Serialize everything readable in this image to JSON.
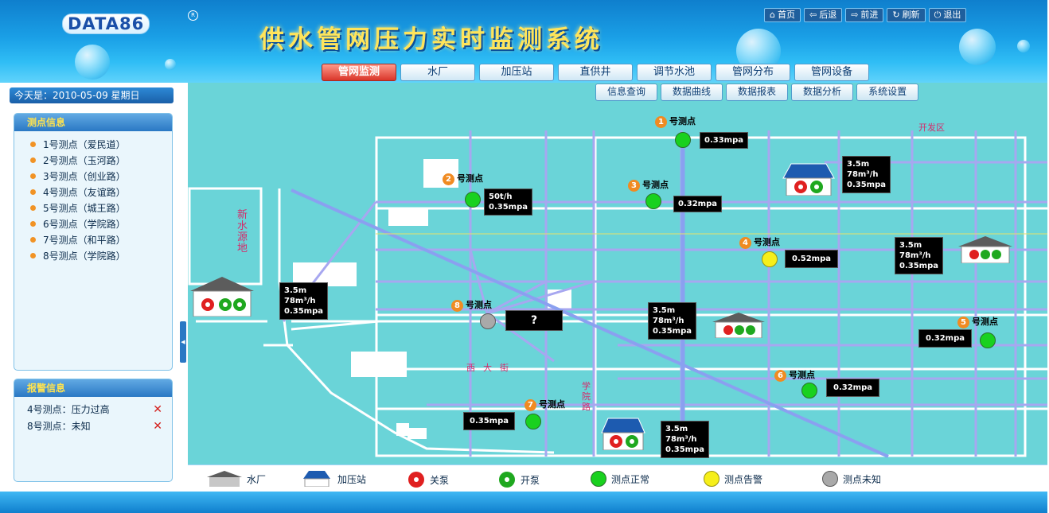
{
  "header": {
    "logo": "DATA86",
    "logo_mark": "R",
    "title": "供水管网压力实时监测系统",
    "top_links": [
      {
        "label": "首页",
        "icon": "home-icon"
      },
      {
        "label": "后退",
        "icon": "back-arrow-icon"
      },
      {
        "label": "前进",
        "icon": "forward-arrow-icon"
      },
      {
        "label": "刷新",
        "icon": "refresh-icon"
      },
      {
        "label": "退出",
        "icon": "power-icon"
      }
    ]
  },
  "main_nav": [
    "管网监测",
    "水厂",
    "加压站",
    "直供井",
    "调节水池",
    "管网分布",
    "管网设备"
  ],
  "main_nav_active": "管网监测",
  "sub_nav": [
    "信息查询",
    "数据曲线",
    "数据报表",
    "数据分析",
    "系统设置"
  ],
  "sidebar": {
    "date": "今天是：2010-05-09  星期日",
    "points_title": "测点信息",
    "points": [
      "1号测点（爱民道）",
      "2号测点（玉河路）",
      "3号测点（创业路）",
      "4号测点（友谊路）",
      "5号测点（城王路）",
      "6号测点（学院路）",
      "7号测点（和平路）",
      "8号测点（学院路）"
    ],
    "alarm_title": "报警信息",
    "alarms": [
      {
        "text": "4号测点：压力过高"
      },
      {
        "text": "8号测点：未知"
      }
    ]
  },
  "map": {
    "area_labels": [
      "新水源地",
      "开发区"
    ],
    "road_labels": [
      "西大街",
      "学院路"
    ],
    "points": [
      {
        "id": "1",
        "label": "号测点",
        "status": "normal",
        "readout": "0.33mpa"
      },
      {
        "id": "2",
        "label": "号测点",
        "status": "normal",
        "readout_lines": [
          "50t/h",
          "0.35mpa"
        ]
      },
      {
        "id": "3",
        "label": "号测点",
        "status": "normal",
        "readout": "0.32mpa"
      },
      {
        "id": "4",
        "label": "号测点",
        "status": "warning",
        "readout": "0.52mpa"
      },
      {
        "id": "5",
        "label": "号测点",
        "status": "normal",
        "readout": "0.32mpa"
      },
      {
        "id": "6",
        "label": "号测点",
        "status": "normal",
        "readout": "0.32mpa"
      },
      {
        "id": "7",
        "label": "号测点",
        "status": "normal",
        "readout": "0.35mpa"
      },
      {
        "id": "8",
        "label": "号测点",
        "status": "unknown",
        "readout": "?"
      }
    ],
    "stations": [
      {
        "type": "booster",
        "lines": [
          "3.5m",
          "78m³/h",
          "0.35mpa"
        ]
      },
      {
        "type": "booster",
        "lines": [
          "3.5m",
          "78m³/h",
          "0.35mpa"
        ]
      },
      {
        "type": "plant",
        "lines": [
          "3.5m",
          "78m³/h",
          "0.35mpa"
        ]
      },
      {
        "type": "plant",
        "lines": [
          "3.5m",
          "78m³/h",
          "0.35mpa"
        ]
      },
      {
        "type": "plant",
        "lines": [
          "3.5m",
          "78m³/h",
          "0.35mpa"
        ]
      }
    ]
  },
  "legend": [
    {
      "label": "水厂",
      "icon": "water-plant-icon"
    },
    {
      "label": "加压站",
      "icon": "booster-station-icon"
    },
    {
      "label": "关泵",
      "icon": "pump-off-icon"
    },
    {
      "label": "开泵",
      "icon": "pump-on-icon"
    },
    {
      "label": "测点正常",
      "icon": "status-normal-icon"
    },
    {
      "label": "测点告警",
      "icon": "status-warning-icon"
    },
    {
      "label": "测点未知",
      "icon": "status-unknown-icon"
    }
  ],
  "colors": {
    "normal": "#19d11f",
    "warning": "#f6ef1a",
    "unknown": "#a9a9a9",
    "pump_off": "#e02020",
    "pump_on": "#1fa81f",
    "plant_roof": "#5c5c5c",
    "booster_roof": "#1d5bb0",
    "map_bg": "#6ad4d8",
    "pipe": "#a7a7f0"
  }
}
